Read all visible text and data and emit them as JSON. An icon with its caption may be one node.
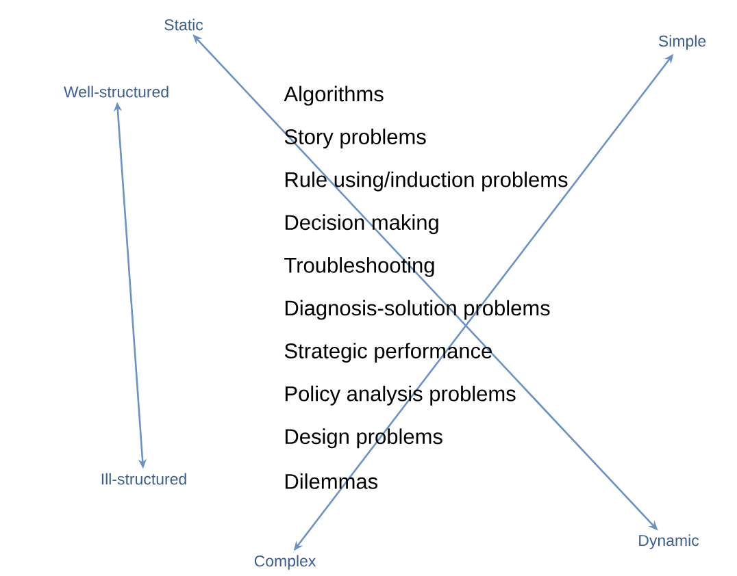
{
  "diagram": {
    "nodes": [
      {
        "text": [
          "Static"
        ]
      },
      {
        "text": [
          "Simple"
        ]
      },
      {
        "text": [
          "Well-structured"
        ]
      },
      {
        "text": [
          "Ill-structured"
        ]
      },
      {
        "text": [
          "Complex"
        ]
      },
      {
        "text": [
          "Dynamic"
        ]
      }
    ],
    "edges": [
      {
        "from": 0,
        "to": 5,
        "arrow": "both"
      },
      {
        "from": 1,
        "to": 4,
        "arrow": "both"
      },
      {
        "from": 2,
        "to": 3,
        "arrow": "both"
      }
    ],
    "labels": [
      "Algorithms",
      "Story problems",
      "Rule using/induction problems",
      "Decision making",
      "Troubleshooting",
      "Diagnosis-solution problems",
      "Strategic performance",
      "Policy analysis problems",
      "Design problems",
      "Dilemmas"
    ]
  }
}
